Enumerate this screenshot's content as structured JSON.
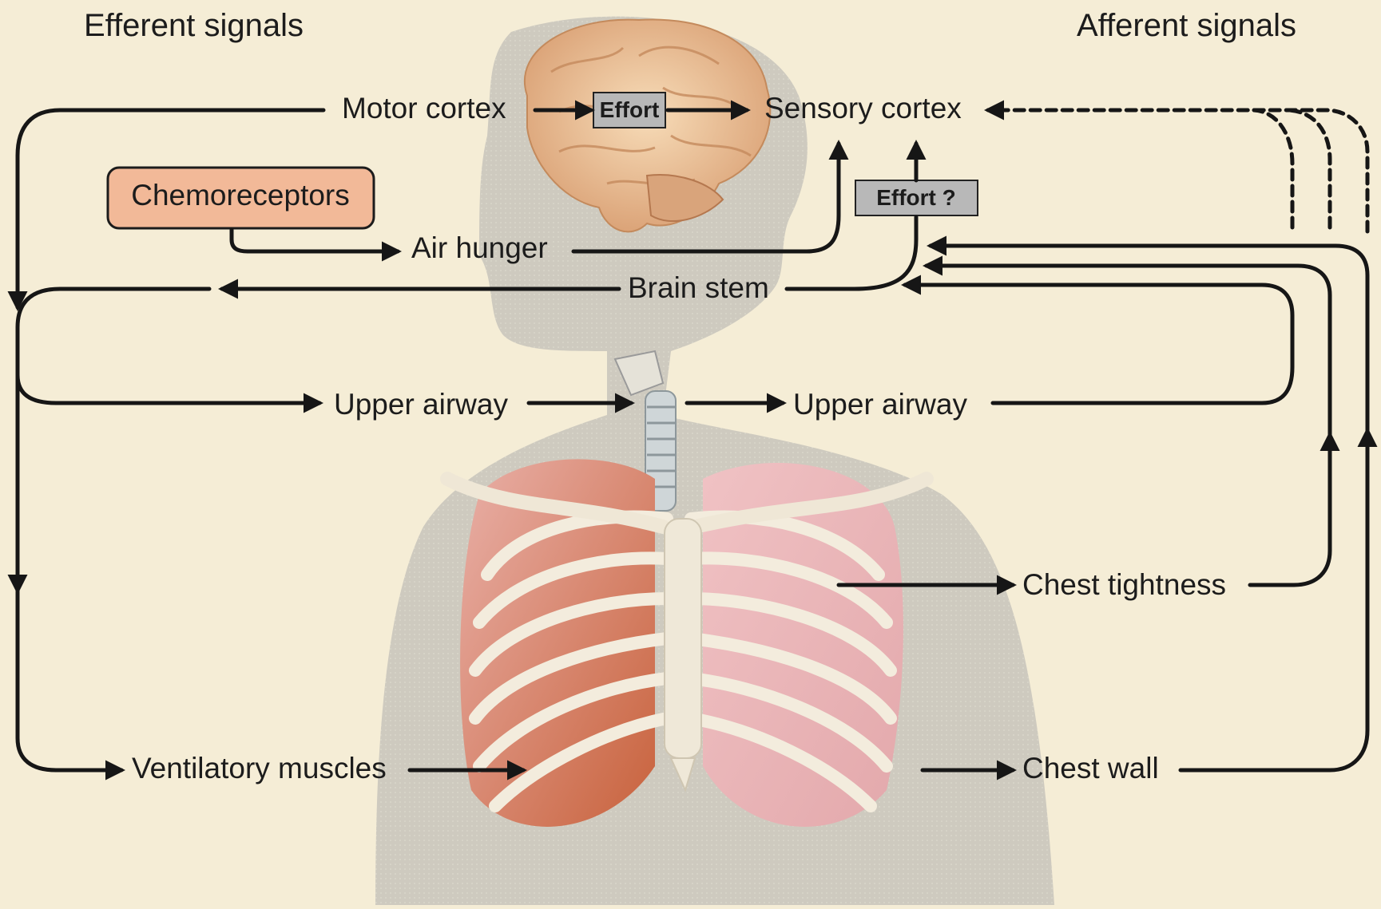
{
  "headers": {
    "efferent": "Efferent signals",
    "afferent": "Afferent signals"
  },
  "labels": {
    "motor_cortex": "Motor cortex",
    "effort": "Effort",
    "sensory_cortex": "Sensory cortex",
    "chemoreceptors": "Chemoreceptors",
    "air_hunger": "Air hunger",
    "effort_question": "Effort ?",
    "brain_stem": "Brain stem",
    "upper_airway_efferent": "Upper airway",
    "upper_airway_afferent": "Upper airway",
    "chest_tightness": "Chest tightness",
    "ventilatory_muscles": "Ventilatory muscles",
    "chest_wall": "Chest wall"
  },
  "colors": {
    "background": "#f5edd6",
    "silhouette": "#c9c6bc",
    "line": "#161616",
    "chemo_fill": "#f2b998",
    "effort_box_fill": "#b8b8b8",
    "brain": "#f0c9a0",
    "lung": "#e8b3b6",
    "rib": "#efe7d6"
  }
}
